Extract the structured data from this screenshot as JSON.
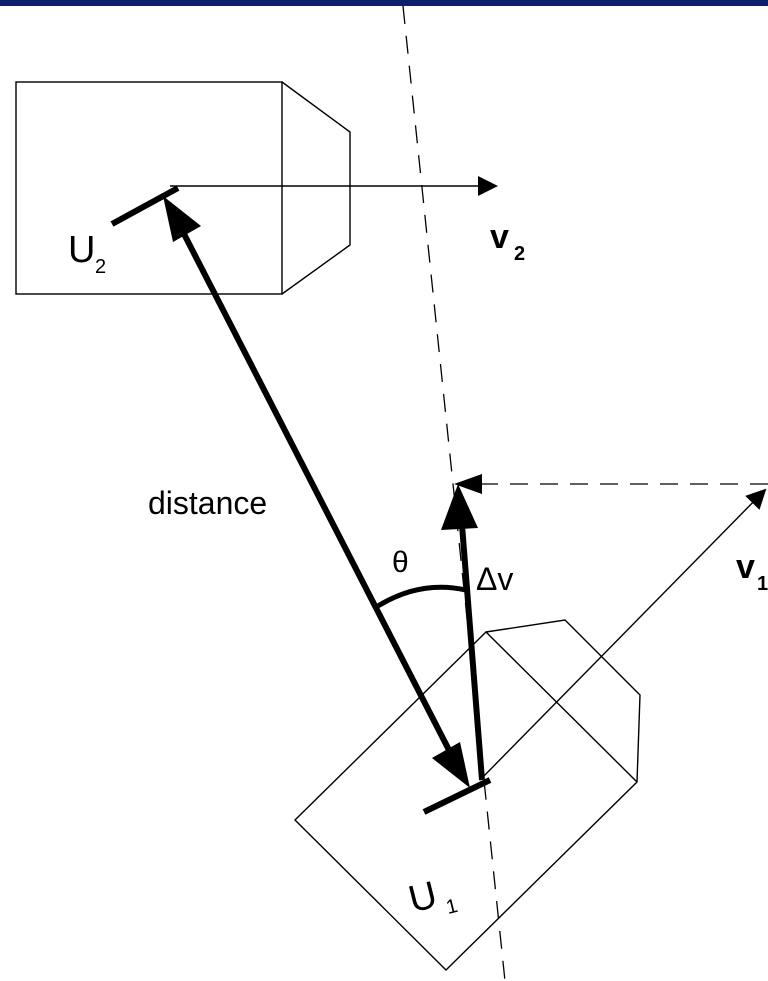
{
  "labels": {
    "u2_main": "U",
    "u2_sub": "2",
    "v2_main": "v",
    "v2_sub": "2",
    "distance": "distance",
    "theta": "θ",
    "delta_v": "Δv",
    "v1_main": "v",
    "v1_sub": "1",
    "u1_main": "U",
    "u1_sub": "1"
  },
  "colors": {
    "top_bar": "#0b1f6b",
    "line": "#000000",
    "background": "#ffffff"
  }
}
